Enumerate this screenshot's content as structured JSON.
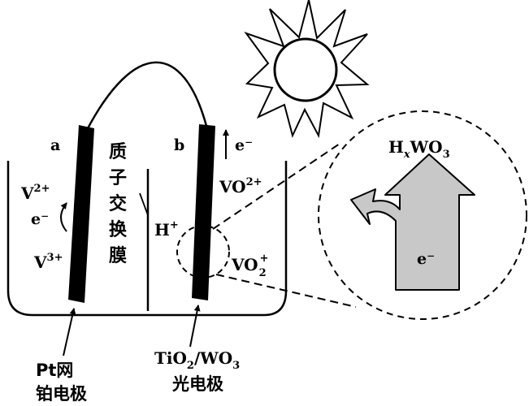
{
  "labels": {
    "electrode_a": "a",
    "electrode_b": "b",
    "electron_top": "e⁻",
    "membrane_chars": [
      "质",
      "子",
      "交",
      "换",
      "膜"
    ],
    "v2_base": "V",
    "v2_sup": "2+",
    "e_left": "e⁻",
    "v3_base": "V",
    "v3_sup": "3+",
    "h_plus_base": "H",
    "h_plus_sup": "+",
    "vo_base": "VO",
    "vo_sup": "2+",
    "vo2_base": "VO",
    "vo2_sub": "2",
    "vo2_sup": "+",
    "hxwo3_h": "H",
    "hxwo3_x": "x",
    "hxwo3_wo": "WO",
    "hxwo3_3": "3",
    "e_zoom": "e⁻",
    "pt_line1": "Pt网",
    "pt_line2": "铂电极",
    "tio2_a": "TiO",
    "tio2_2": "2",
    "tio2_b": "/WO",
    "tio2_3": "3",
    "tio2_line2": "光电极"
  }
}
